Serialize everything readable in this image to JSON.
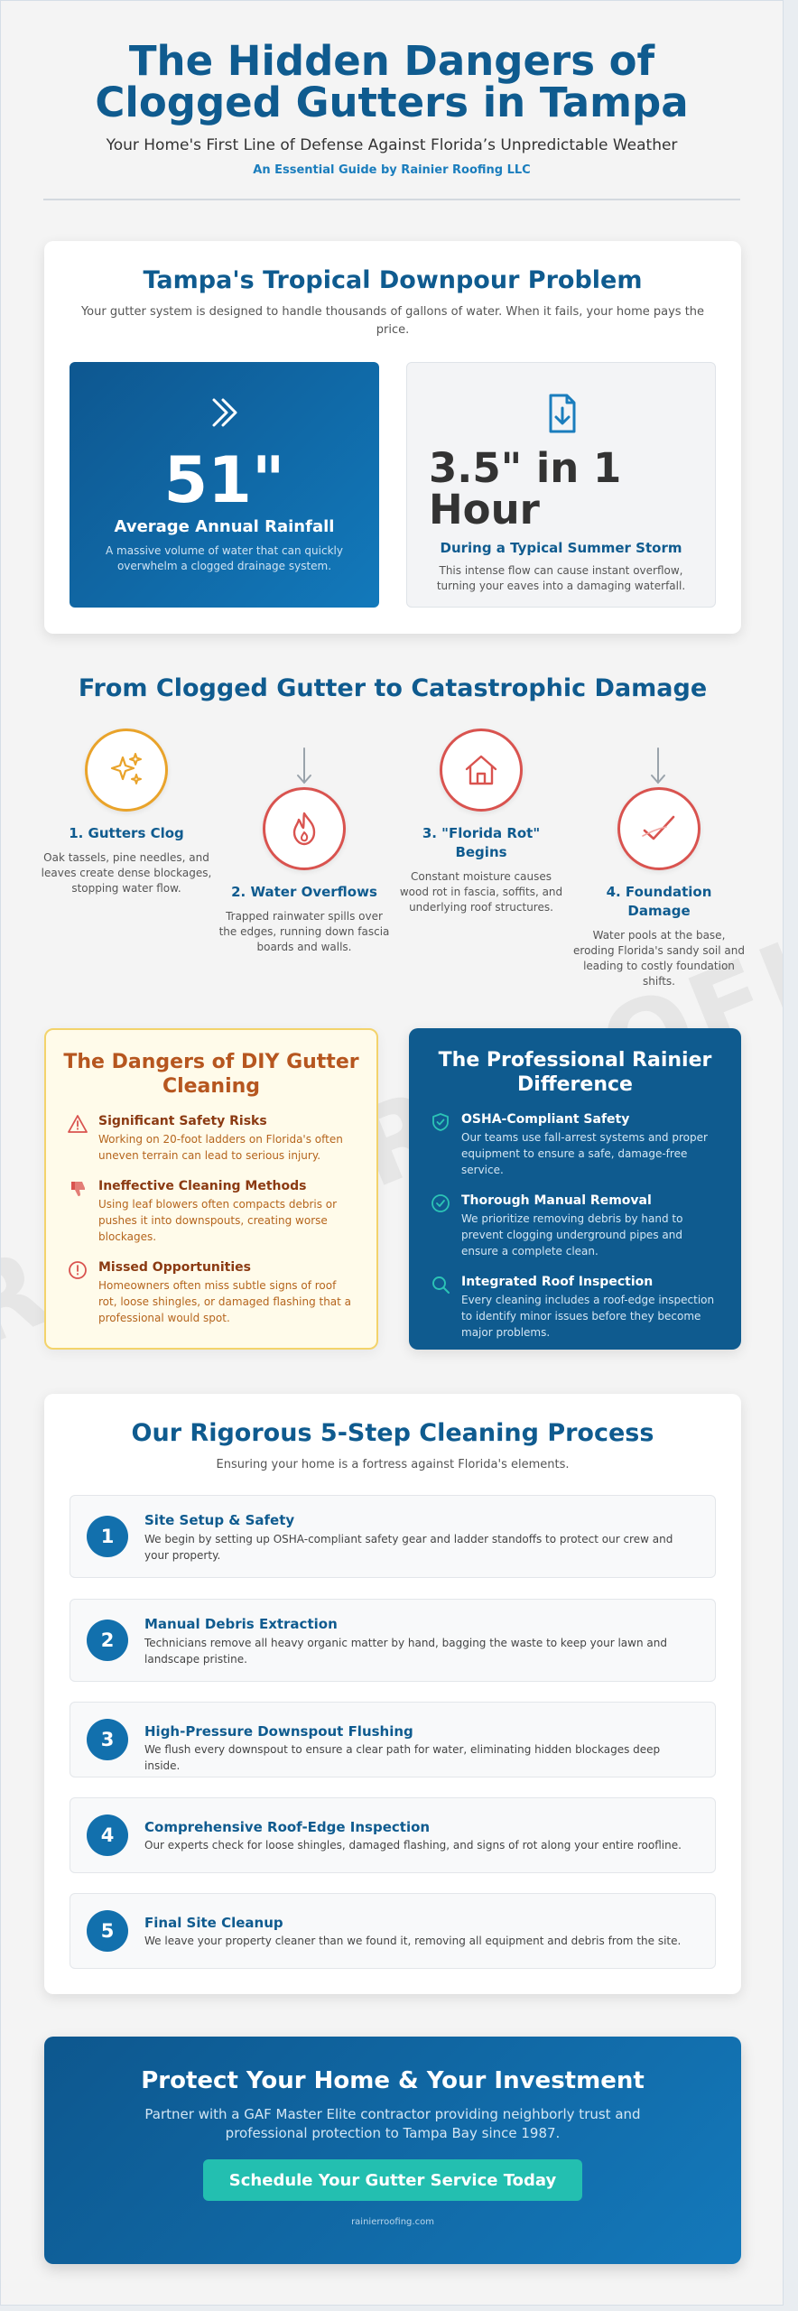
{
  "header": {
    "title": "The Hidden Dangers of Clogged Gutters in Tampa",
    "subtitle": "Your Home's First Line of Defense Against Florida’s Unpredictable Weather",
    "byline": "An Essential Guide by Rainier Roofing LLC"
  },
  "watermark": "RAINIERROOFING.COM",
  "rain": {
    "title": "Tampa's Tropical Downpour Problem",
    "subtitle": "Your gutter system is designed to handle thousands of gallons of water. When it fails, your home pays the price.",
    "stat1": {
      "icon": "double-chevron-right-icon",
      "value": "51\"",
      "label": "Average Annual Rainfall",
      "desc": "A massive volume of water that can quickly overwhelm a clogged drainage system."
    },
    "stat2": {
      "icon": "file-download-icon",
      "value": "3.5\" in 1 Hour",
      "label": "During a Typical Summer Storm",
      "desc": "This intense flow can cause instant overflow, turning your eaves into a damaging waterfall."
    }
  },
  "timeline": {
    "title": "From Clogged Gutter to Catastrophic Damage",
    "steps": [
      {
        "icon": "sparkles-icon",
        "name": "1. Gutters Clog",
        "desc": "Oak tassels, pine needles, and leaves create dense blockages, stopping water flow."
      },
      {
        "icon": "flame-icon",
        "name": "2. Water Overflows",
        "desc": "Trapped rainwater spills over the edges, running down fascia boards and walls."
      },
      {
        "icon": "home-icon",
        "name": "3. \"Florida Rot\" Begins",
        "desc": "Constant moisture causes wood rot in fascia, soffits, and underlying roof structures."
      },
      {
        "icon": "check-mark-icon",
        "name": "4. Foundation Damage",
        "desc": "Water pools at the base, eroding Florida's sandy soil and leading to costly foundation shifts."
      }
    ]
  },
  "diy": {
    "title": "The Dangers of DIY Gutter Cleaning",
    "items": [
      {
        "icon": "warning-triangle-icon",
        "head": "Significant Safety Risks",
        "desc": "Working on 20-foot ladders on Florida's often uneven terrain can lead to serious injury."
      },
      {
        "icon": "thumbs-down-icon",
        "head": "Ineffective Cleaning Methods",
        "desc": "Using leaf blowers often compacts debris or pushes it into downspouts, creating worse blockages."
      },
      {
        "icon": "alert-circle-icon",
        "head": "Missed Opportunities",
        "desc": "Homeowners often miss subtle signs of roof rot, loose shingles, or damaged flashing that a professional would spot."
      }
    ]
  },
  "pro": {
    "title": "The Professional Rainier Difference",
    "items": [
      {
        "icon": "shield-check-icon",
        "head": "OSHA-Compliant Safety",
        "desc": "Our teams use fall-arrest systems and proper equipment to ensure a safe, damage-free service."
      },
      {
        "icon": "check-circle-icon",
        "head": "Thorough Manual Removal",
        "desc": "We prioritize removing debris by hand to prevent clogging underground pipes and ensure a complete clean."
      },
      {
        "icon": "search-icon",
        "head": "Integrated Roof Inspection",
        "desc": "Every cleaning includes a roof-edge inspection to identify minor issues before they become major problems."
      }
    ]
  },
  "steps": {
    "title": "Our Rigorous 5-Step Cleaning Process",
    "subtitle": "Ensuring your home is a fortress against Florida's elements.",
    "items": [
      {
        "num": "1",
        "title": "Site Setup & Safety",
        "desc": "We begin by setting up OSHA-compliant safety gear and ladder standoffs to protect our crew and your property."
      },
      {
        "num": "2",
        "title": "Manual Debris Extraction",
        "desc": "Technicians remove all heavy organic matter by hand, bagging the waste to keep your lawn and landscape pristine."
      },
      {
        "num": "3",
        "title": "High-Pressure Downspout Flushing",
        "desc": "We flush every downspout to ensure a clear path for water, eliminating hidden blockages deep inside."
      },
      {
        "num": "4",
        "title": "Comprehensive Roof-Edge Inspection",
        "desc": "Our experts check for loose shingles, damaged flashing, and signs of rot along your entire roofline."
      },
      {
        "num": "5",
        "title": "Final Site Cleanup",
        "desc": "We leave your property cleaner than we found it, removing all equipment and debris from the site."
      }
    ]
  },
  "cta": {
    "title": "Protect Your Home & Your Investment",
    "desc": "Partner with a GAF Master Elite contractor providing neighborly trust and professional protection to Tampa Bay since 1987.",
    "button": "Schedule Your Gutter Service Today",
    "url": "rainierroofing.com"
  },
  "colors": {
    "primary": "#0f5b8f",
    "accent": "#1a7dbd",
    "teal": "#23bfb0",
    "danger": "#d9534f",
    "warning": "#e9a32a",
    "diy_bg": "#fffbea"
  }
}
